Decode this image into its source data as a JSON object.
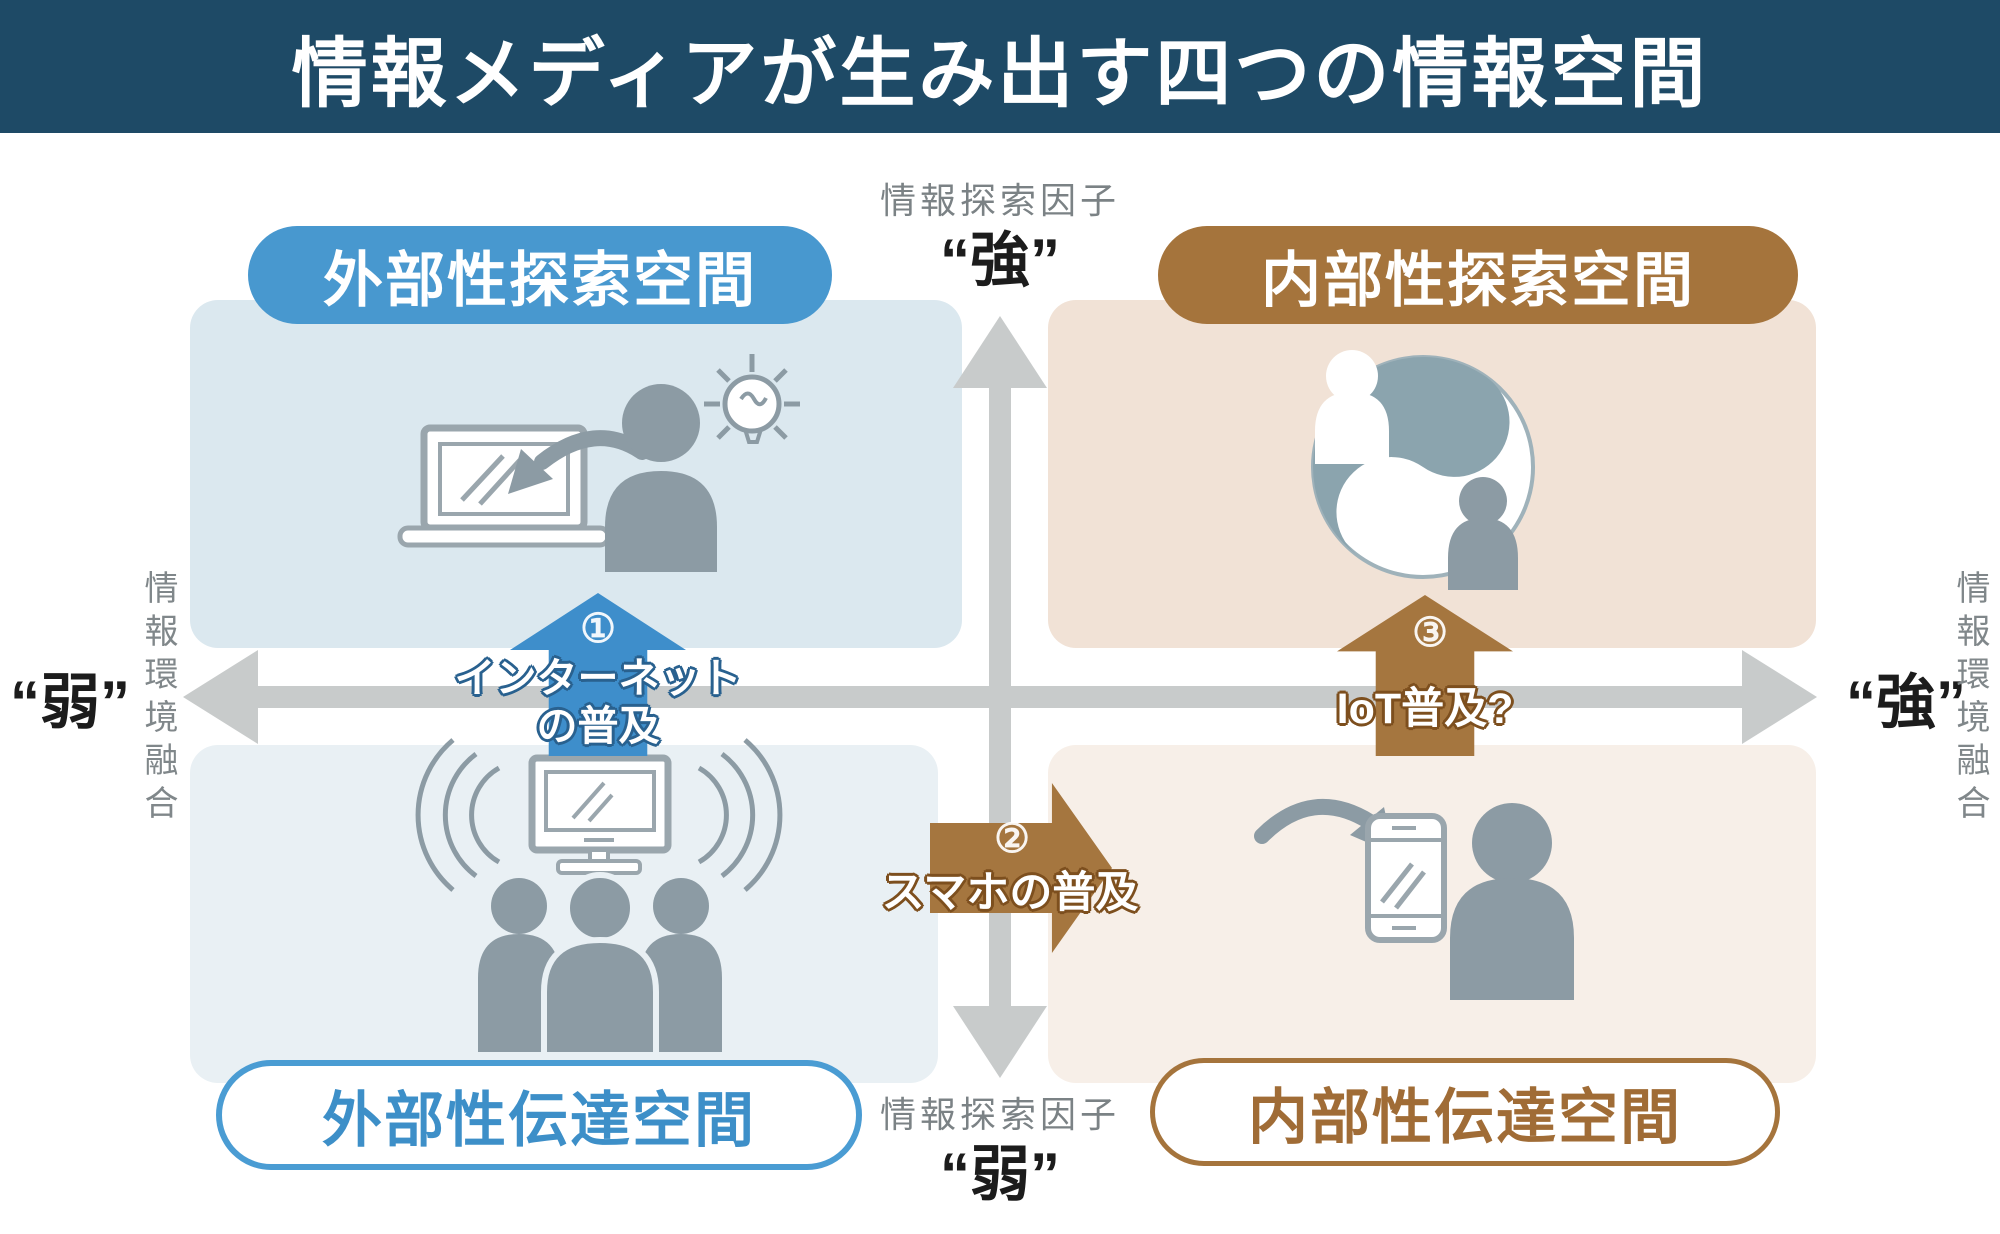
{
  "title": {
    "text": "情報メディアが生み出す四つの情報空間"
  },
  "quadrants": {
    "top_left": {
      "label": "外部性探索空間",
      "style": "solid-blue"
    },
    "top_right": {
      "label": "内部性探索空間",
      "style": "solid-brown"
    },
    "bottom_left": {
      "label": "外部性伝達空間",
      "style": "outline-blue"
    },
    "bottom_right": {
      "label": "内部性伝達空間",
      "style": "outline-brown"
    }
  },
  "axes": {
    "vertical": {
      "name": "情報探索因子",
      "top_value": "“強”",
      "bottom_value": "“弱”"
    },
    "horizontal": {
      "name": "情報環境融合",
      "left_value": "“弱”",
      "right_value": "“強”"
    }
  },
  "transitions": [
    {
      "number": "①",
      "label_lines": [
        "インターネット",
        "の普及"
      ],
      "direction": "up",
      "color": "#3e8ecb"
    },
    {
      "number": "②",
      "label_lines": [
        "スマホの普及"
      ],
      "direction": "right",
      "color": "#a5763f"
    },
    {
      "number": "③",
      "label_lines": [
        "IoT普及?"
      ],
      "direction": "up",
      "color": "#a5763f"
    }
  ],
  "icons": {
    "top_left": [
      "laptop-icon",
      "curved-arrow-icon",
      "person-icon",
      "lightbulb-icon"
    ],
    "top_right": [
      "yin-yang-icon",
      "white-person-icon",
      "gray-person-icon"
    ],
    "bottom_left": [
      "tv-icon",
      "broadcast-waves-icon",
      "audience-icon"
    ],
    "bottom_right": [
      "curved-arrow-icon",
      "smartphone-icon",
      "person-icon"
    ]
  },
  "colors": {
    "title_bar": "#1e4a66",
    "blue_accent": "#4898cf",
    "brown_accent": "#a5743c",
    "blue_arrow": "#3e8ecb",
    "brown_arrow": "#a5763f",
    "axis_gray": "#c8cbcb",
    "icon_gray": "#8c9ba4",
    "card_blue_top": "#dbe8ef",
    "card_blue_bottom": "#e9f0f4",
    "card_tan_top": "#f1e2d6",
    "card_tan_bottom": "#f7efe8"
  }
}
